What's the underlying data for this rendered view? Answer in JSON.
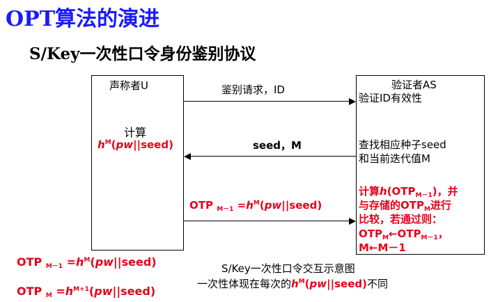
{
  "title": "OPT算法的演进",
  "subtitle": "S/Key一次性口令身份鉴别协议",
  "user_box": {
    "label": "声称者U",
    "compute_label": "计算",
    "formula": {
      "h": "h",
      "sup": "M",
      "open": "(",
      "pw": "pw",
      "rest": "||seed)"
    }
  },
  "server_box": {
    "label": "验证者AS",
    "line1": "验证ID有效性",
    "line2": "查找相应种子seed",
    "line3": "和当前迭代值M",
    "red_lines": {
      "l1a": "计算",
      "l1h": "h",
      "l1b": "(OTP",
      "l1sub": "M－1",
      "l1c": ")，并",
      "l2a": "与存储的OTP",
      "l2sub": "M",
      "l2b": "进行",
      "l3": "比较，若通过则：",
      "l4a": "OTP",
      "l4sub": "M",
      "l4b": "←OTP",
      "l4sub2": "M－1",
      "l4c": "，",
      "l5": "M←M－1"
    }
  },
  "messages": {
    "m1": "鉴别请求，ID",
    "m2": "seed，M",
    "m3": {
      "otp": "OTP ",
      "sub": "M－1",
      "eq": " =",
      "h": "h",
      "sup": "M",
      "open": "(",
      "pw": "pw",
      "rest": "||seed)"
    }
  },
  "bottom_left": {
    "f1": {
      "otp": "OTP ",
      "sub": "M－1",
      "eq": " =",
      "h": "h",
      "sup": "M",
      "open": "(",
      "pw": "pw",
      "rest": "||seed)"
    },
    "f2": {
      "otp": "OTP ",
      "sub": "M",
      "eq": " =",
      "h": "h",
      "sup": "M+1",
      "open": "(",
      "pw": "pw",
      "rest": "||seed)"
    }
  },
  "caption": {
    "line1": "S/Key一次性口令交互示意图",
    "line2a": "一次性体现在每次的",
    "line2h": "h",
    "line2sup": "M",
    "line2open": "(",
    "line2pw": "pw",
    "line2rest": "||seed)",
    "line2b": "不同"
  },
  "colors": {
    "title": "#1a1aff",
    "accent": "#e6001a",
    "line": "#000000"
  }
}
